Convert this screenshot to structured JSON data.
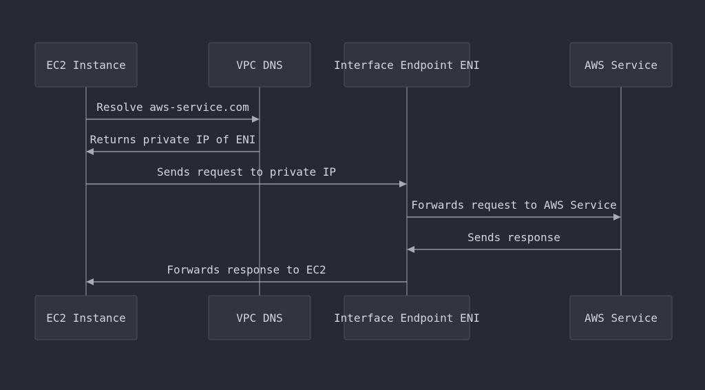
{
  "colors": {
    "background": "#272a33",
    "actor_fill": "#32353f",
    "actor_border": "#4e5260",
    "line": "#a9acb5",
    "text": "#d3d5dc"
  },
  "actors": [
    {
      "id": "ec2",
      "label": "EC2 Instance"
    },
    {
      "id": "dns",
      "label": "VPC DNS"
    },
    {
      "id": "eni",
      "label": "Interface Endpoint ENI"
    },
    {
      "id": "svc",
      "label": "AWS Service"
    }
  ],
  "messages": [
    {
      "from": "ec2",
      "to": "dns",
      "label": "Resolve aws-service.com"
    },
    {
      "from": "dns",
      "to": "ec2",
      "label": "Returns private IP of ENI"
    },
    {
      "from": "ec2",
      "to": "eni",
      "label": "Sends request to private IP"
    },
    {
      "from": "eni",
      "to": "svc",
      "label": "Forwards request to AWS Service"
    },
    {
      "from": "svc",
      "to": "eni",
      "label": "Sends response"
    },
    {
      "from": "eni",
      "to": "ec2",
      "label": "Forwards response to EC2"
    }
  ]
}
